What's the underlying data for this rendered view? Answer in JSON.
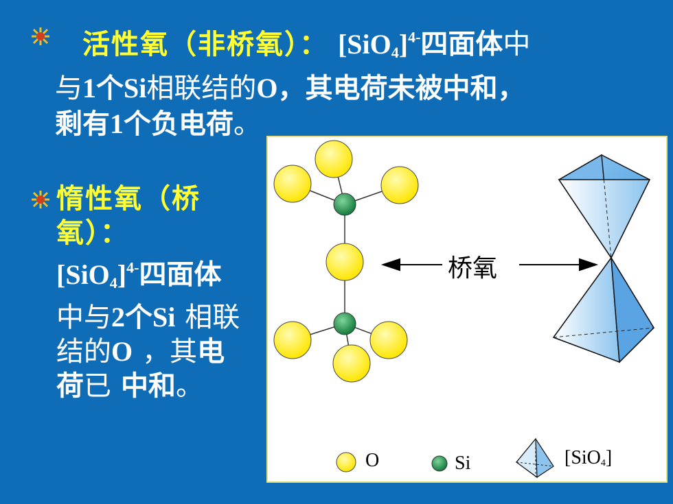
{
  "bullet1": {
    "keyword": "活性氧（非桥氧）：",
    "formula_open": "[SiO",
    "formula_sub": "4",
    "formula_close": "]",
    "formula_sup": "4-",
    "text_a": "四面体",
    "text_b": "中",
    "text_c": "与",
    "text_d": "1",
    "text_e": "个",
    "text_f": "Si",
    "text_g": "相联结的",
    "text_h": "O",
    "text_i": "，其电荷未被中和，",
    "text_j": "剩有",
    "text_k": "1",
    "text_l": "个负电荷",
    "text_m": "。"
  },
  "bullet2": {
    "keyword": "惰性氧（桥氧）：",
    "formula_open": "[SiO",
    "formula_sub": "4",
    "formula_close": "]",
    "formula_sup": "4-",
    "text_a": "四面体",
    "text_b": "中与",
    "text_c": "2",
    "text_d": "个",
    "text_e": "Si",
    "text_f": "相联结的",
    "text_g": "O",
    "text_h": "，其",
    "text_i": "电荷",
    "text_j": "已",
    "text_k": "中和",
    "text_l": "。"
  },
  "figure": {
    "bridge_label": "桥氧",
    "legend": {
      "o": "O",
      "si": "Si",
      "sio4_open": "[SiO",
      "sio4_sub": "4",
      "sio4_close": "]"
    }
  },
  "colors": {
    "background": "#0f6db8",
    "keyword": "#ffff33",
    "oxygen": "#ffee00",
    "silicon": "#1a8a4a",
    "tetrahedron": "#5aa8e6"
  }
}
